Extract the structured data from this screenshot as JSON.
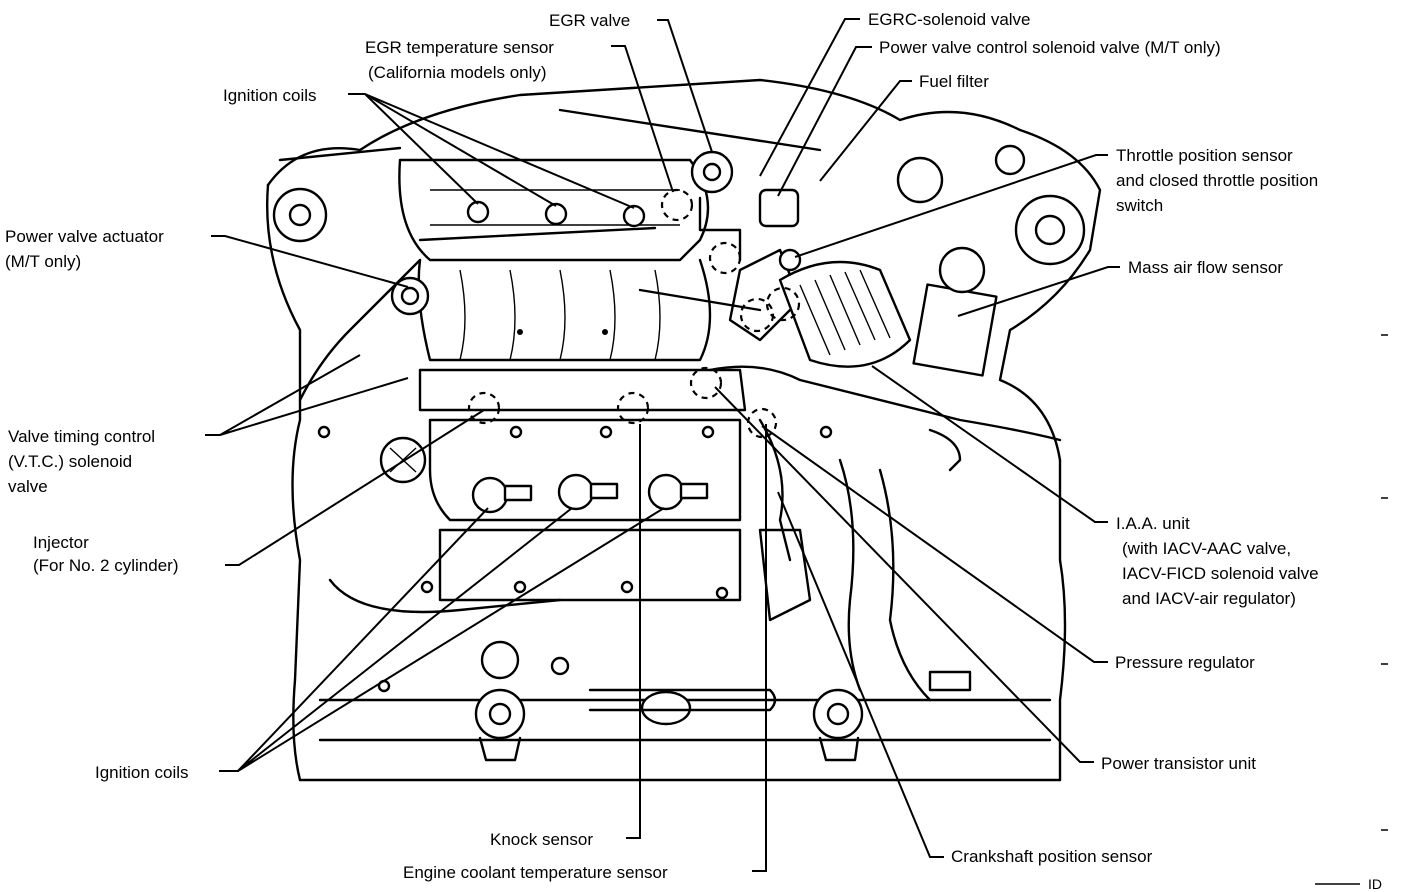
{
  "labels": {
    "egr_valve": "EGR valve",
    "egr_temp_1": "EGR temperature sensor",
    "egr_temp_2": "(California models only)",
    "ignition_coils_top": "Ignition coils",
    "egrc_solenoid": "EGRC-solenoid valve",
    "power_valve_solenoid": "Power valve control solenoid  valve (M/T only)",
    "fuel_filter": "Fuel filter",
    "tps_1": "Throttle position sensor",
    "tps_2": "and closed throttle position",
    "tps_3": "switch",
    "power_valve_actuator_1": "Power valve actuator",
    "power_valve_actuator_2": "(M/T only)",
    "maf": "Mass air flow sensor",
    "vtc_1": "Valve timing control",
    "vtc_2": "(V.T.C.) solenoid",
    "vtc_3": "valve",
    "iaa_1": "I.A.A. unit",
    "iaa_2": "(with IACV-AAC valve,",
    "iaa_3": "IACV-FICD solenoid valve",
    "iaa_4": "and IACV-air regulator)",
    "injector_1": "Injector",
    "injector_2": "(For No. 2 cylinder)",
    "pressure_regulator": "Pressure regulator",
    "power_transistor": "Power transistor unit",
    "ignition_coils_bottom": "Ignition coils",
    "knock_sensor": "Knock sensor",
    "crankshaft": "Crankshaft position sensor",
    "coolant": "Engine coolant temperature sensor",
    "corner_code": "ID"
  }
}
